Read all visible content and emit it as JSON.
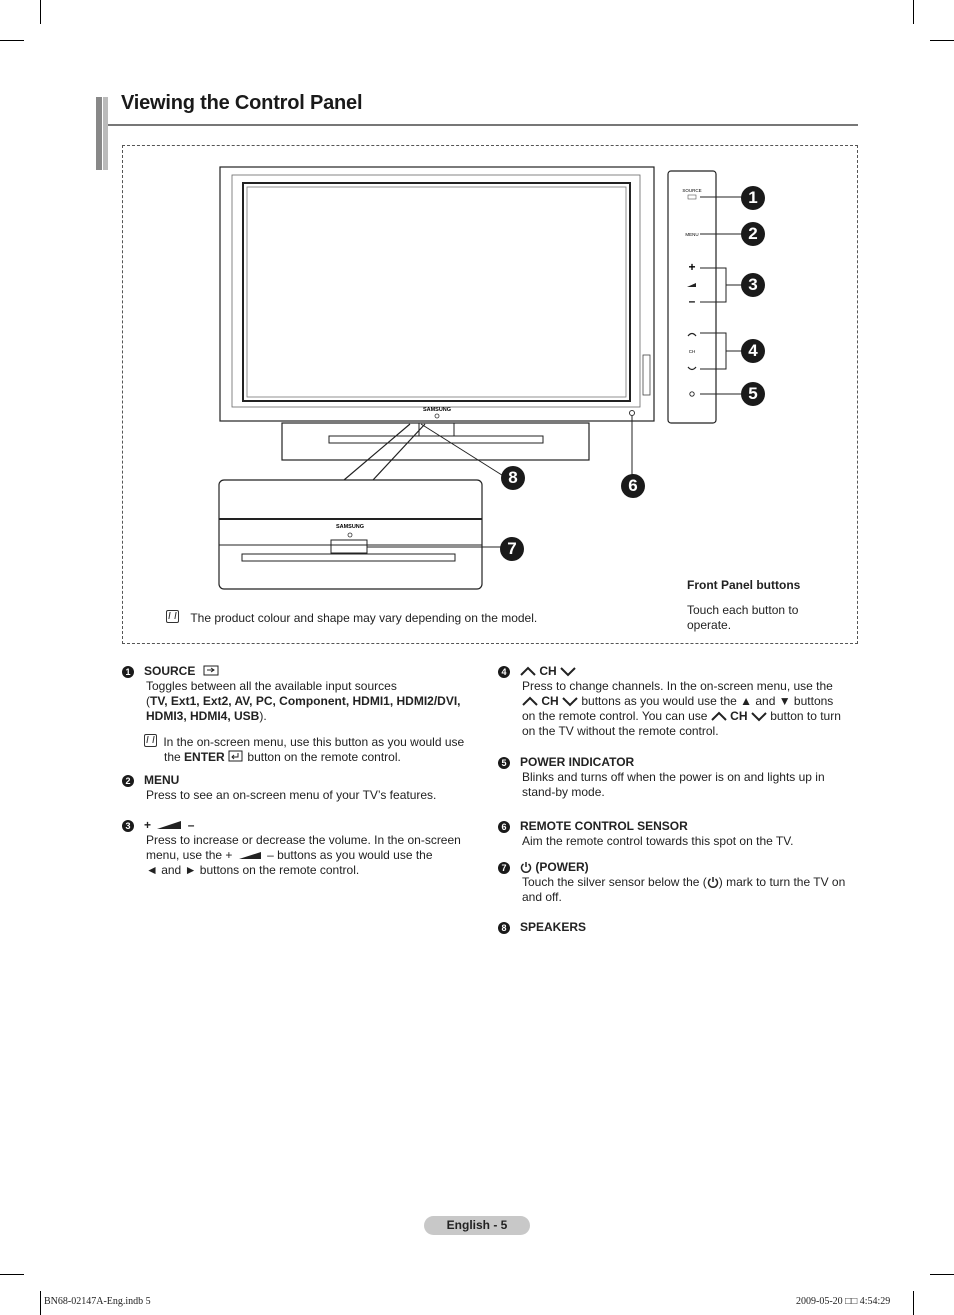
{
  "page": {
    "title": "Viewing the Control Panel",
    "page_label": "English - 5",
    "footer_left": "BN68-02147A-Eng.indb   5",
    "footer_right": "2009-05-20   □□ 4:54:29"
  },
  "diagram": {
    "brand": "SAMSUNG",
    "panel_labels": {
      "source": "SOURCE",
      "menu": "MENU",
      "ch": "CH"
    },
    "callouts": [
      "1",
      "2",
      "3",
      "4",
      "5",
      "6",
      "7",
      "8"
    ],
    "note": "The product colour and shape may vary depending on the model.",
    "front_panel_title": "Front Panel buttons",
    "front_panel_desc": "Touch each button to operate."
  },
  "items": {
    "i1": {
      "num": "1",
      "head": "SOURCE",
      "line1": "Toggles between all the available input sources",
      "open": "(",
      "sources": "TV, Ext1, Ext2, AV, PC, Component, HDMI1, HDMI2/DVI, HDMI3, HDMI4, USB",
      "close": ").",
      "note_a": "In the on-screen menu, use this button as you would use",
      "note_the": "the",
      "note_enter": "ENTER",
      "note_b": "button on the remote control."
    },
    "i2": {
      "num": "2",
      "head": "MENU",
      "desc": "Press to see an on-screen menu of your TV’s features."
    },
    "i3": {
      "num": "3",
      "plus": "+",
      "minus": "–",
      "l1": "Press to increase or decrease the volume. In the on-screen",
      "l2a": "menu, use the +",
      "l2b": "– buttons as you would use the",
      "l3": "◄ and ► buttons on the remote control."
    },
    "i4": {
      "num": "4",
      "head": "CH",
      "l1": "Press to change channels. In the on-screen menu, use the",
      "ch": "CH",
      "l2b": "buttons as you would use the ▲ and ▼ buttons",
      "l3a": "on the remote control. You can use",
      "l3b": "button to turn",
      "l4": "on the TV without the remote control."
    },
    "i5": {
      "num": "5",
      "head": "POWER INDICATOR",
      "desc": "Blinks and turns off when the power is on and lights up in stand-by mode."
    },
    "i6": {
      "num": "6",
      "head": "REMOTE CONTROL SENSOR",
      "desc": "Aim the remote control towards this spot on the TV."
    },
    "i7": {
      "num": "7",
      "head": "(POWER)",
      "desc_a": "Touch the silver sensor below the (",
      "desc_b": ") mark to turn the TV on and off."
    },
    "i8": {
      "num": "8",
      "head": "SPEAKERS"
    }
  }
}
